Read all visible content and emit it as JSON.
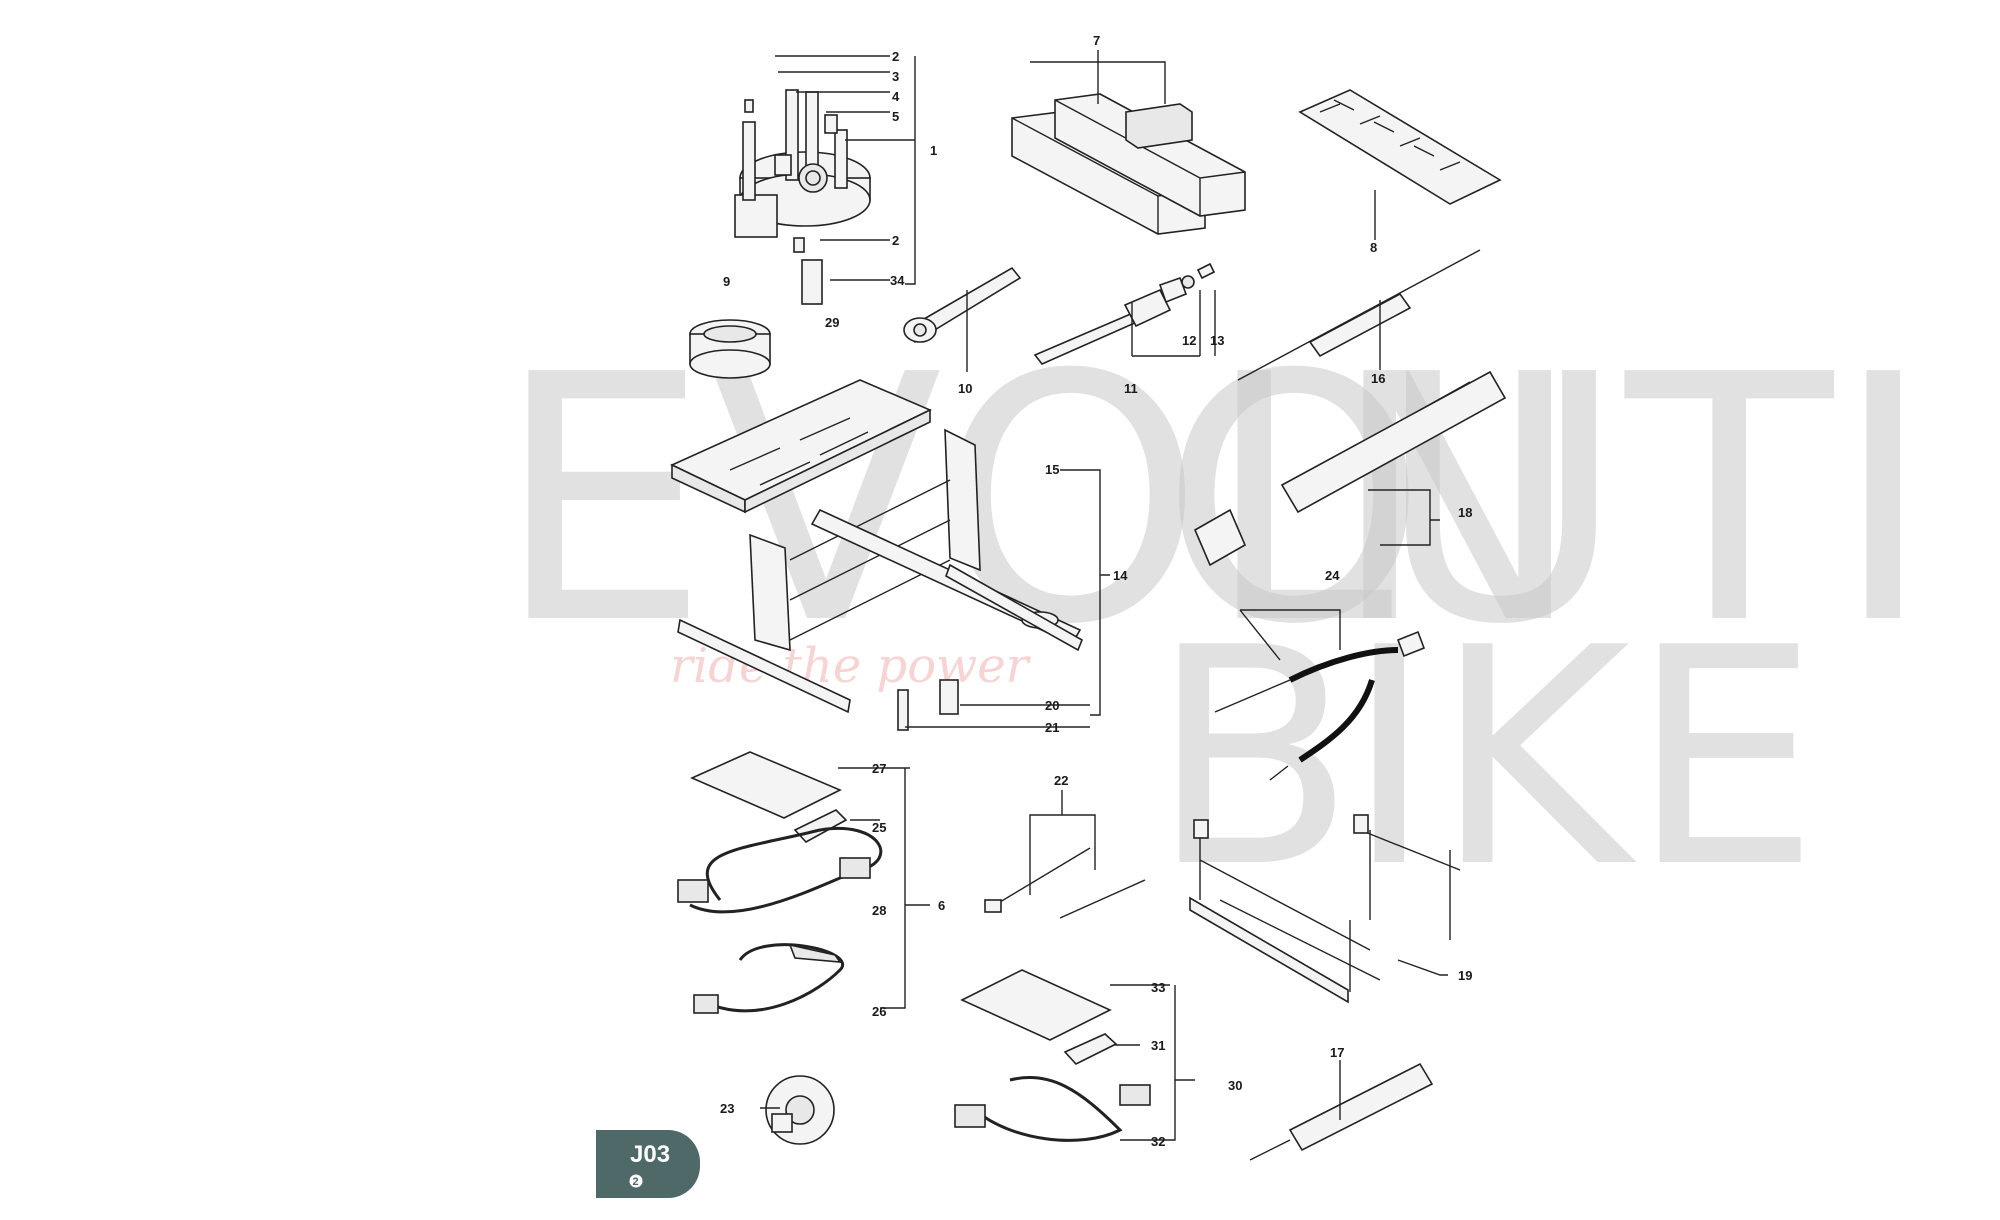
{
  "watermark": {
    "word1": "EVOLUTI",
    "letter_o": "O",
    "word1_end": "N",
    "letter_b": "B",
    "word2": "IKE",
    "tagline": "ride the power"
  },
  "badge": {
    "code": "J03",
    "sub": "2"
  },
  "callouts": [
    {
      "id": "c1",
      "text": "1"
    },
    {
      "id": "c2a",
      "text": "2"
    },
    {
      "id": "c2b",
      "text": "2"
    },
    {
      "id": "c3",
      "text": "3"
    },
    {
      "id": "c4",
      "text": "4"
    },
    {
      "id": "c5",
      "text": "5"
    },
    {
      "id": "c6",
      "text": "6"
    },
    {
      "id": "c7",
      "text": "7"
    },
    {
      "id": "c8",
      "text": "8"
    },
    {
      "id": "c9",
      "text": "9"
    },
    {
      "id": "c10",
      "text": "10"
    },
    {
      "id": "c11",
      "text": "11"
    },
    {
      "id": "c12",
      "text": "12"
    },
    {
      "id": "c13",
      "text": "13"
    },
    {
      "id": "c14",
      "text": "14"
    },
    {
      "id": "c15",
      "text": "15"
    },
    {
      "id": "c16",
      "text": "16"
    },
    {
      "id": "c17",
      "text": "17"
    },
    {
      "id": "c18",
      "text": "18"
    },
    {
      "id": "c19",
      "text": "19"
    },
    {
      "id": "c20",
      "text": "20"
    },
    {
      "id": "c21",
      "text": "21"
    },
    {
      "id": "c22",
      "text": "22"
    },
    {
      "id": "c23",
      "text": "23"
    },
    {
      "id": "c24",
      "text": "24"
    },
    {
      "id": "c25",
      "text": "25"
    },
    {
      "id": "c26",
      "text": "26"
    },
    {
      "id": "c27",
      "text": "27"
    },
    {
      "id": "c28",
      "text": "28"
    },
    {
      "id": "c29",
      "text": "29"
    },
    {
      "id": "c30",
      "text": "30"
    },
    {
      "id": "c31",
      "text": "31"
    },
    {
      "id": "c32",
      "text": "32"
    },
    {
      "id": "c33",
      "text": "33"
    },
    {
      "id": "c34",
      "text": "34"
    }
  ]
}
